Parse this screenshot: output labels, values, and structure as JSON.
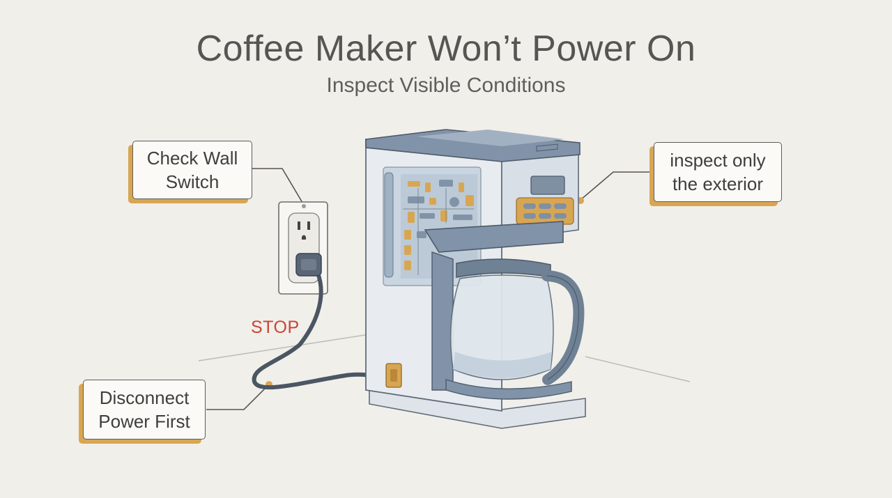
{
  "title": "Coffee Maker Won’t Power On",
  "subtitle": "Inspect Visible Conditions",
  "callouts": {
    "wall_switch": "Check Wall\nSwitch",
    "exterior": "inspect only\nthe exterior",
    "disconnect": "Disconnect\nPower First"
  },
  "warning": "STOP",
  "colors": {
    "background": "#f1efea",
    "accent": "#d8a652",
    "appliance": "#8193a8",
    "warning": "#c94437"
  }
}
